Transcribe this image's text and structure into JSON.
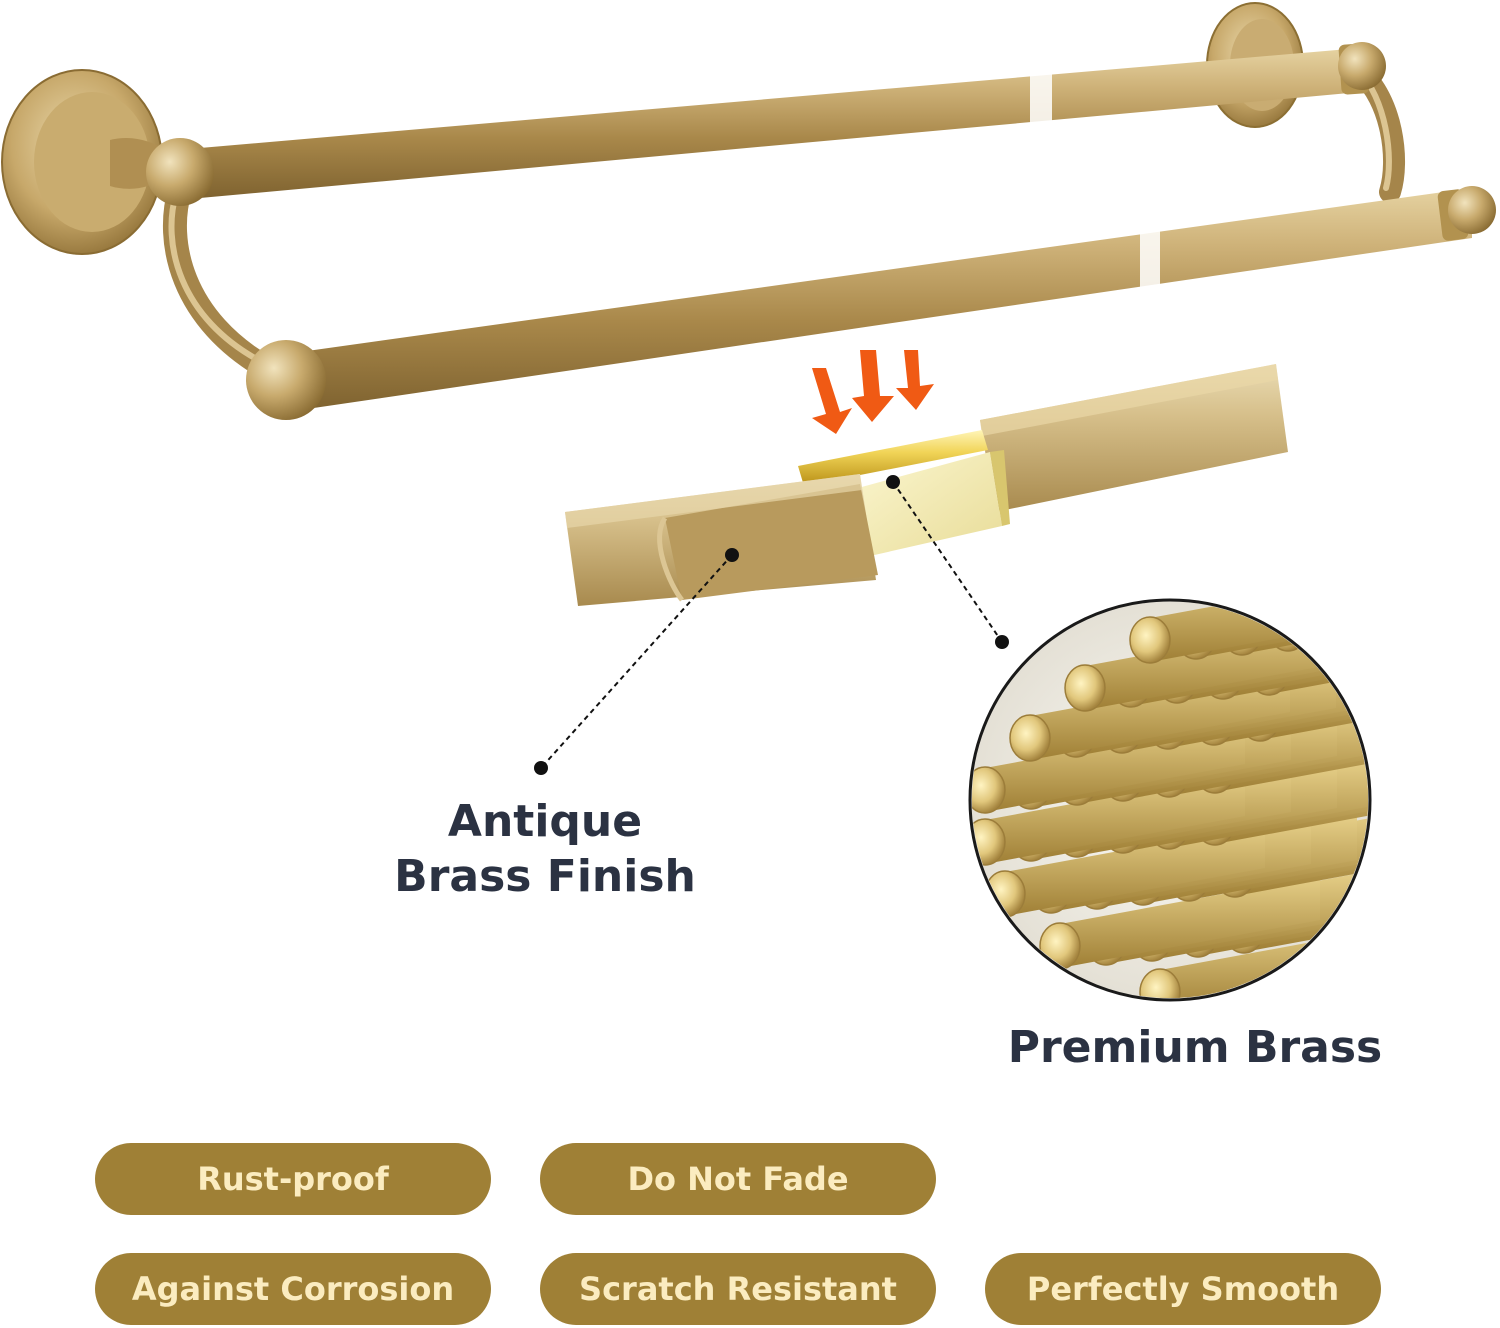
{
  "callouts": {
    "antique_line1": "Antique",
    "antique_line2": "Brass Finish",
    "premium": "Premium Brass"
  },
  "features": [
    "Rust-proof",
    "Do Not Fade",
    "Against Corrosion",
    "Scratch Resistant",
    "Perfectly Smooth"
  ],
  "colors": {
    "brass": "#b99a58",
    "brass_dark": "#8c6f33",
    "polished_brass": "#f0d255",
    "pill_background": "#9f8036",
    "pill_text": "#fbecc0",
    "label_text": "#2b3242",
    "arrow": "#f05a14"
  },
  "icons": [
    "arrow-down-icon",
    "arrow-down-icon",
    "arrow-down-icon"
  ]
}
